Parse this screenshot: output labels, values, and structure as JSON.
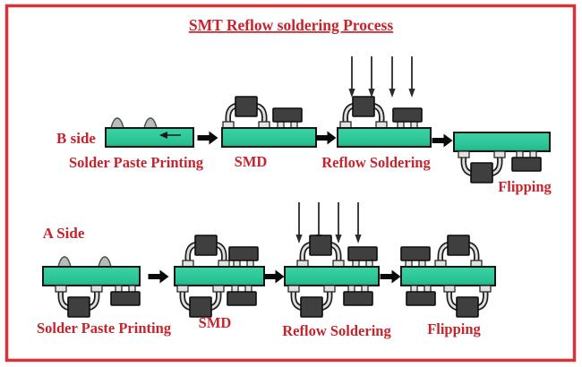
{
  "title": "SMT Reflow soldering Process",
  "colors": {
    "frame_red": "#d6333a",
    "text_red": "#c5242c",
    "board_green": "#2ec79a",
    "board_edge_dark": "#18a175",
    "component_dark": "#3f3f3f",
    "lead_light": "#e3e3e0",
    "paste_gray": "#b7bdb9",
    "arrow_black": "#0a0a0a"
  },
  "icons": {
    "flow_arrow": "right-arrow",
    "heat_arrow": "down-arrow",
    "squeegee_arrow": "left-arrow",
    "paste_bump": "solder-paste-dome",
    "transistor": "gull-wing-transistor",
    "chip": "two-terminal-chip"
  },
  "rows": [
    {
      "side_label": "B side",
      "steps": [
        {
          "label": "Solder Paste Printing"
        },
        {
          "label": "SMD"
        },
        {
          "label": "Reflow Soldering"
        },
        {
          "label": "Flipping"
        }
      ]
    },
    {
      "side_label": "A Side",
      "steps": [
        {
          "label": "Solder Paste Printing"
        },
        {
          "label": "SMD"
        },
        {
          "label": "Reflow Soldering"
        },
        {
          "label": "Flipping"
        }
      ]
    }
  ]
}
